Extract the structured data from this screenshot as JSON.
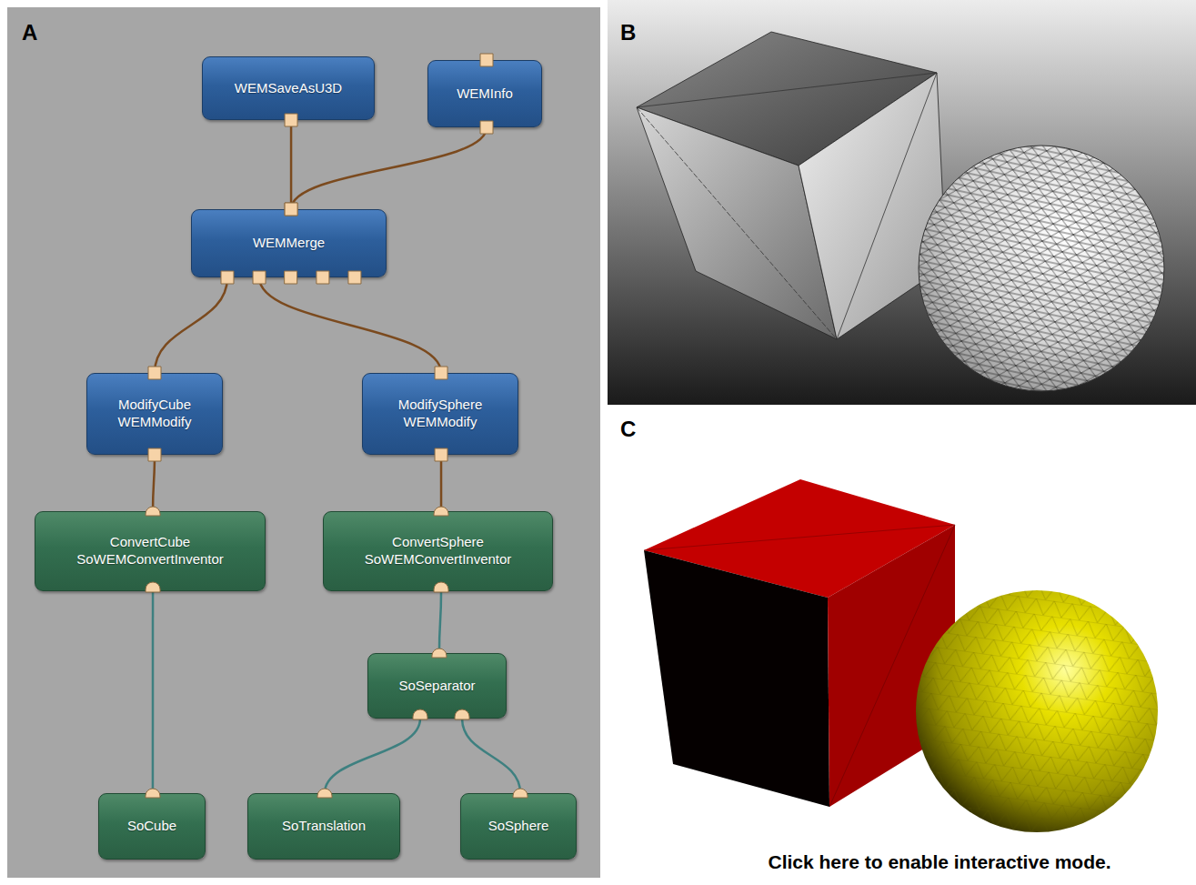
{
  "diagram": {
    "nodes": [
      {
        "text": [
          "WEMSaveAsU3D"
        ]
      },
      {
        "text": [
          "WEMInfo"
        ]
      },
      {
        "text": [
          "WEMMerge"
        ]
      },
      {
        "text": [
          "ModifyCube",
          "WEMModify"
        ]
      },
      {
        "text": [
          "ModifySphere",
          "WEMModify"
        ]
      },
      {
        "text": [
          "ConvertCube",
          "SoWEMConvertInventor"
        ]
      },
      {
        "text": [
          "ConvertSphere",
          "SoWEMConvertInventor"
        ]
      },
      {
        "text": [
          "SoSeparator"
        ]
      },
      {
        "text": [
          "SoCube"
        ]
      },
      {
        "text": [
          "SoTranslation"
        ]
      },
      {
        "text": [
          "SoSphere"
        ]
      }
    ],
    "edges": [
      {
        "from": 0,
        "to": 2,
        "arrow": "none"
      },
      {
        "from": 1,
        "to": 2,
        "arrow": "none"
      },
      {
        "from": 2,
        "to": 3,
        "arrow": "none"
      },
      {
        "from": 2,
        "to": 4,
        "arrow": "none"
      },
      {
        "from": 3,
        "to": 5,
        "arrow": "none"
      },
      {
        "from": 4,
        "to": 6,
        "arrow": "none"
      },
      {
        "from": 5,
        "to": 8,
        "arrow": "none"
      },
      {
        "from": 6,
        "to": 7,
        "arrow": "none"
      },
      {
        "from": 7,
        "to": 9,
        "arrow": "none"
      },
      {
        "from": 7,
        "to": 10,
        "arrow": "none"
      }
    ],
    "labels": [
      "A",
      "B",
      "C",
      "Click here to enable interactive mode."
    ]
  }
}
